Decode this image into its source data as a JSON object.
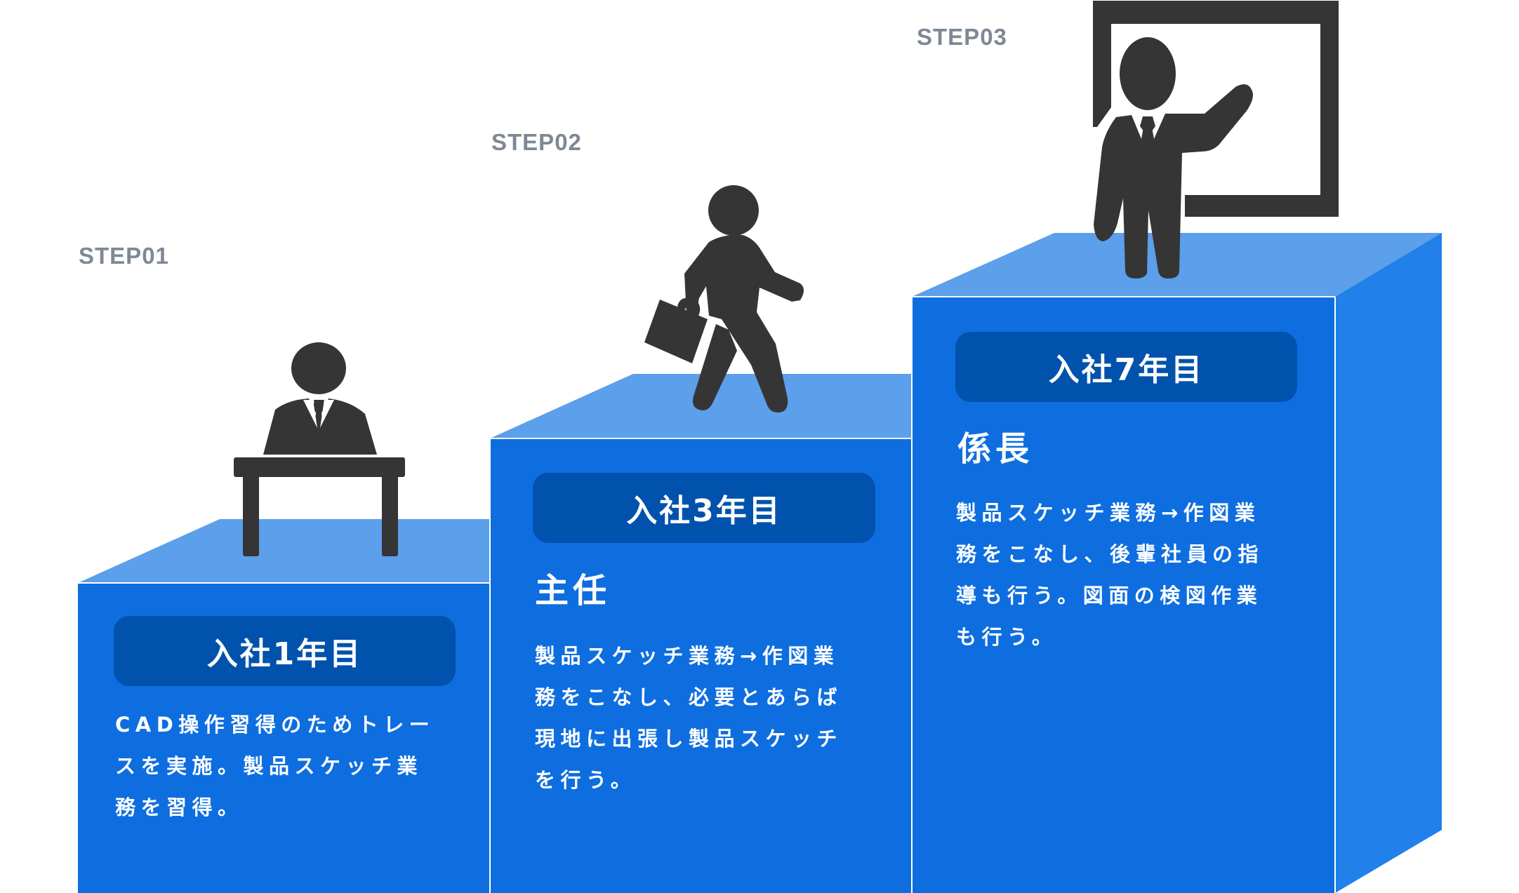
{
  "colors": {
    "front_face": "#0e6ee0",
    "top_face": "#5c9fea",
    "side_face": "#2180ea",
    "badge": "#0052ad",
    "figure": "#353535",
    "step_label": "#7f8895",
    "text": "#ffffff"
  },
  "steps": [
    {
      "step_label": "STEP01",
      "badge": "入社1年目",
      "role": "",
      "description_lines": [
        "CAD操作習得のためトレー",
        "スを実施。製品スケッチ業",
        "務を習得。"
      ],
      "icon": "person-at-desk-icon"
    },
    {
      "step_label": "STEP02",
      "badge": "入社3年目",
      "role": "主任",
      "description_lines": [
        "製品スケッチ業務→作図業",
        "務をこなし、必要とあらば",
        "現地に出張し製品スケッチ",
        "を行う。"
      ],
      "icon": "walking-businessman-icon"
    },
    {
      "step_label": "STEP03",
      "badge": "入社7年目",
      "role": "係長",
      "description_lines": [
        "製品スケッチ業務→作図業",
        "務をこなし、後輩社員の指",
        "導も行う。図面の検図作業",
        "も行う。"
      ],
      "icon": "presenter-at-board-icon"
    }
  ]
}
